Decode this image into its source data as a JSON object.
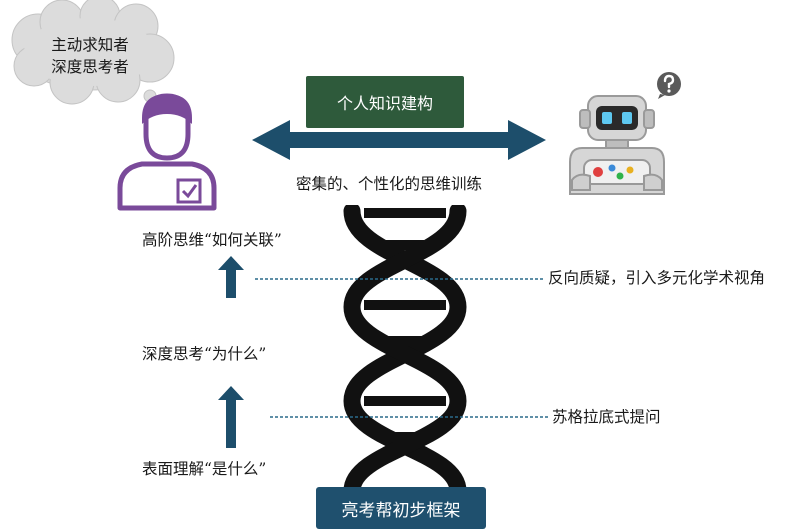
{
  "thinker_bubble": {
    "line1": "主动求知者",
    "line2": "深度思考者"
  },
  "top_banner": "个人知识建构",
  "arrow_caption": "密集的、个性化的思维训练",
  "levels": {
    "high": "高阶思维“如何关联”",
    "mid": "深度思考“为什么”",
    "low": "表面理解“是什么”"
  },
  "annotations": {
    "upper": "反向质疑，引入多元化学术视角",
    "lower": "苏格拉底式提问"
  },
  "framework_label": "亮考帮初步框架",
  "colors": {
    "banner": "#2e5a3b",
    "framework": "#1f506e",
    "arrows": "#1d4e6b",
    "person": "#7a4a9a",
    "helix": "#111111"
  },
  "icons": [
    "thought-cloud-icon",
    "student-person-icon",
    "robot-icon",
    "question-badge-icon",
    "dna-helix-icon"
  ]
}
